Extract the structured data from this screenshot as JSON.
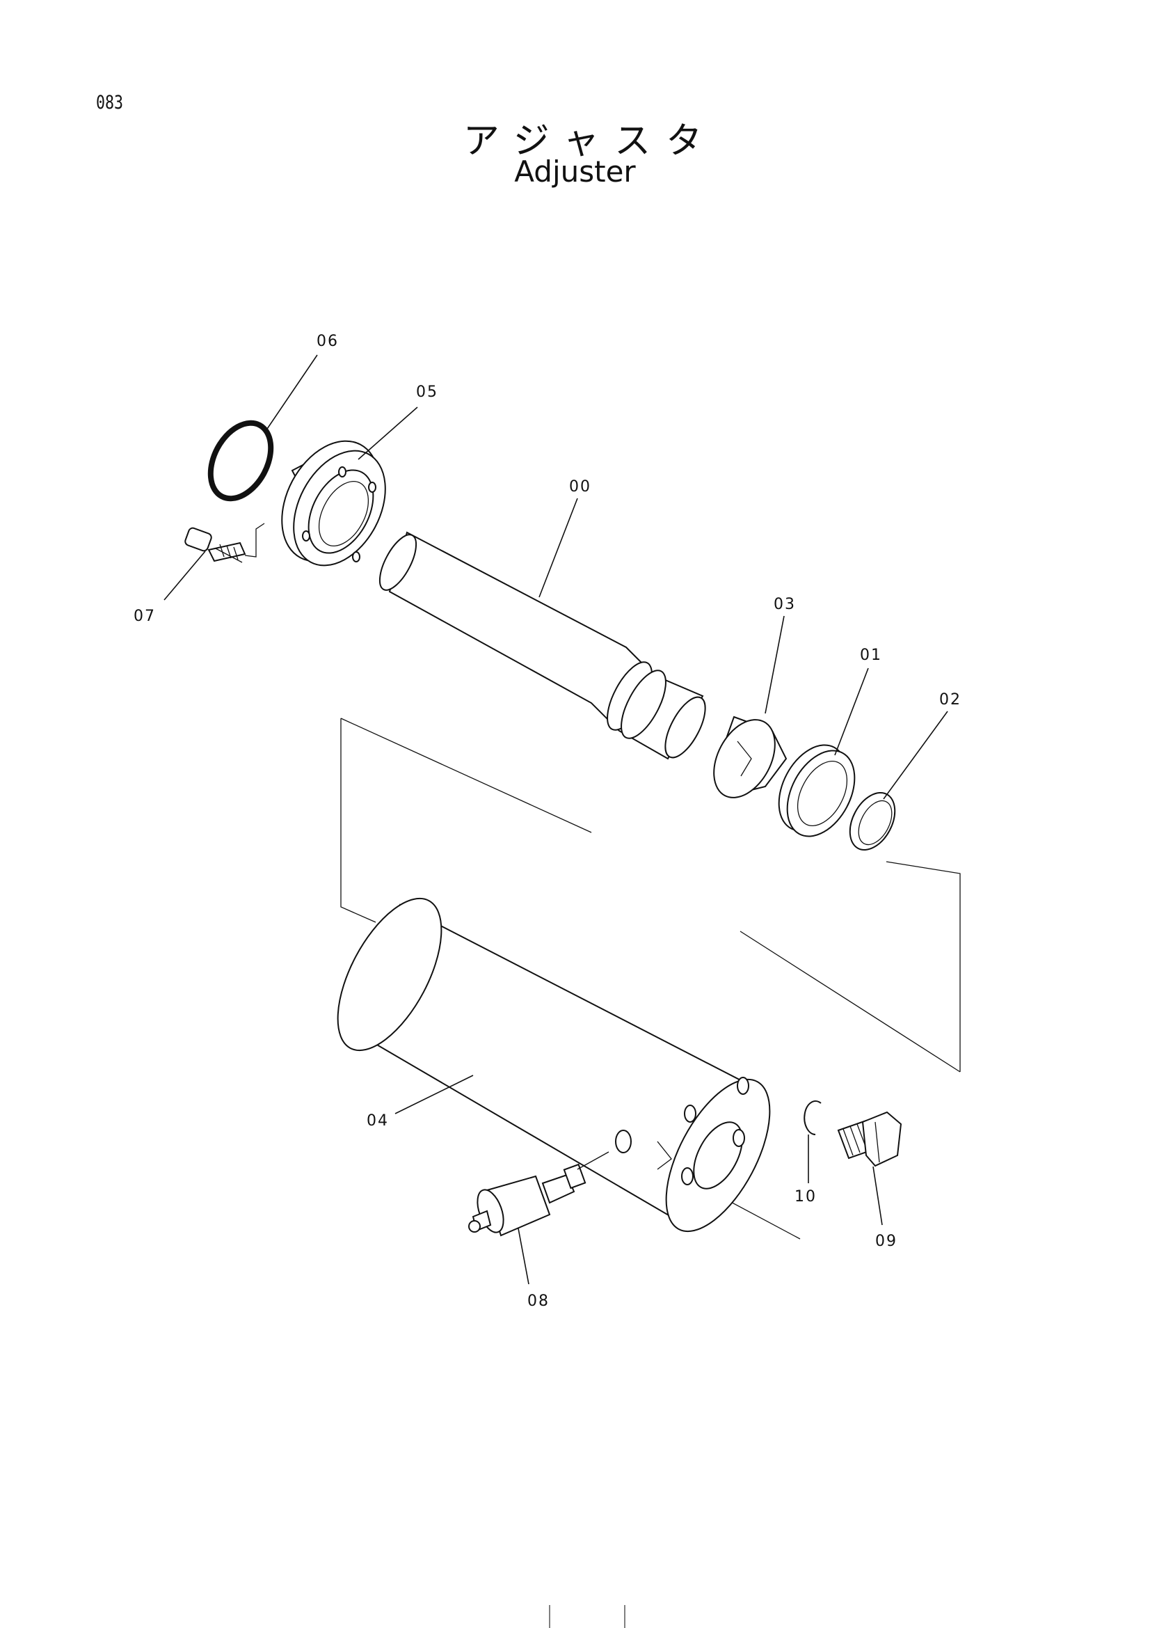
{
  "page_number": "083",
  "title_jp": "アジャスタ",
  "title_en": "Adjuster",
  "callouts": {
    "p00": "00",
    "p01": "01",
    "p02": "02",
    "p03": "03",
    "p04": "04",
    "p05": "05",
    "p06": "06",
    "p07": "07",
    "p08": "08",
    "p09": "09",
    "p10": "10"
  }
}
